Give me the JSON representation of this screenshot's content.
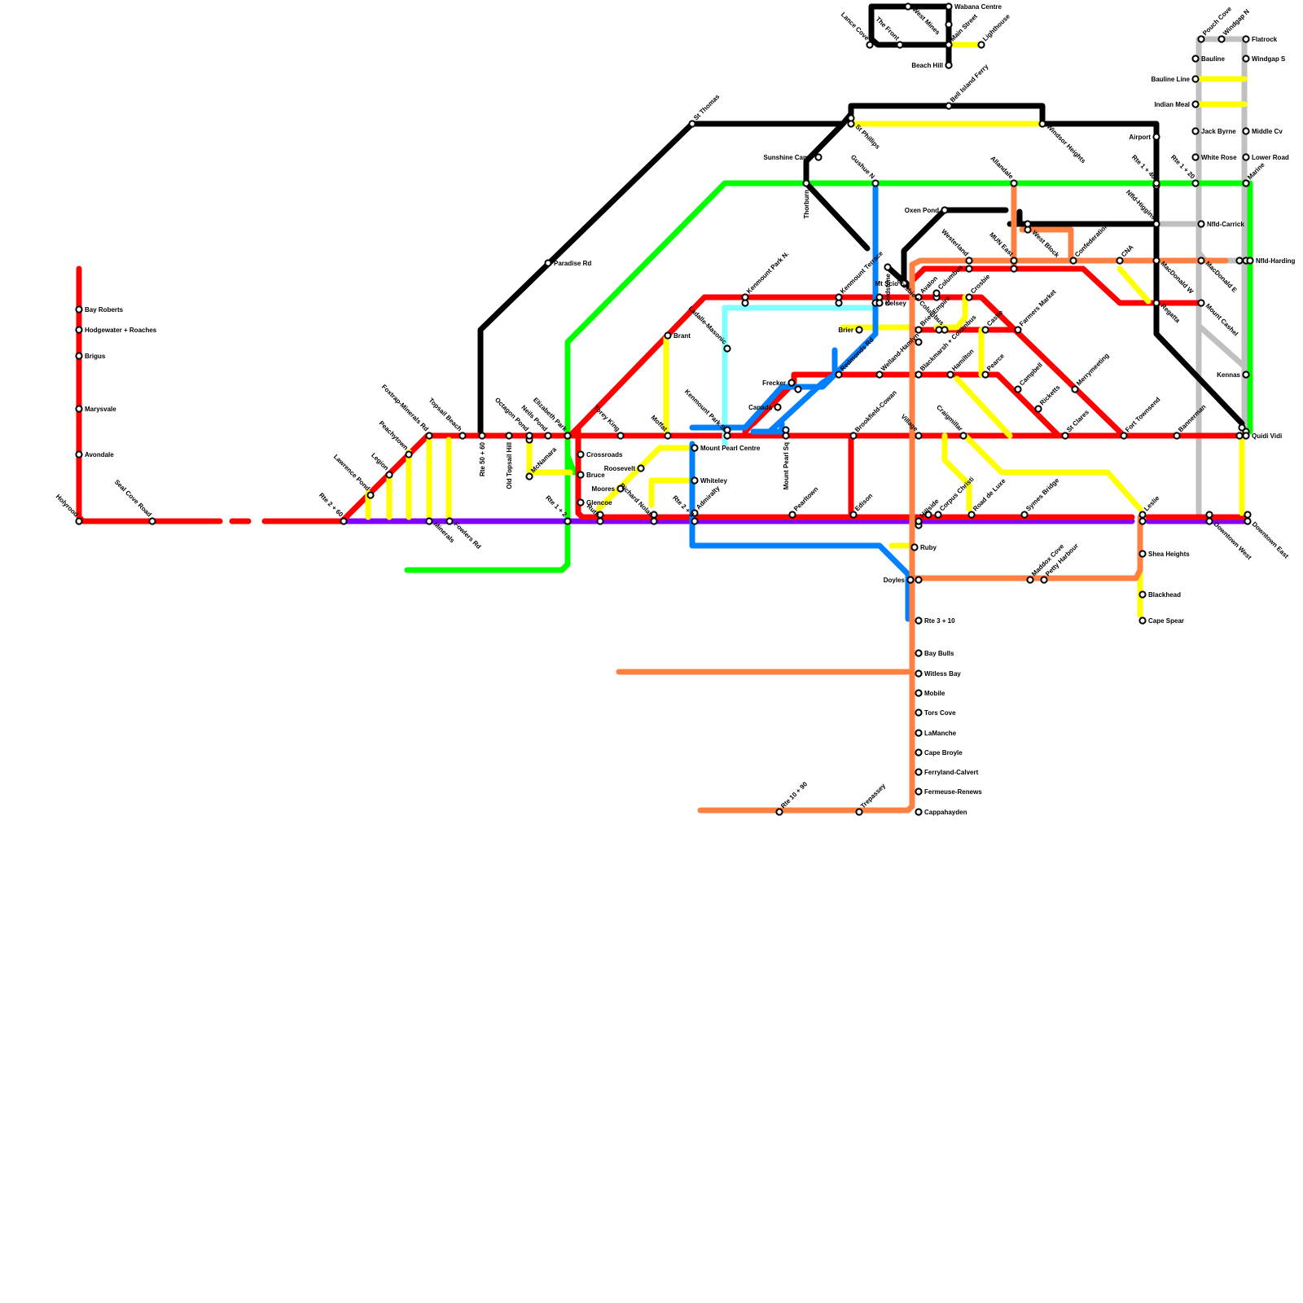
{
  "map": {
    "lines": [
      {
        "id": "red",
        "color": "#ff0000"
      },
      {
        "id": "purple",
        "color": "#8000ff"
      },
      {
        "id": "orange",
        "color": "#ff8040"
      },
      {
        "id": "yellow",
        "color": "#ffff00"
      },
      {
        "id": "green",
        "color": "#00ff00"
      },
      {
        "id": "blue",
        "color": "#0080ff"
      },
      {
        "id": "cyan",
        "color": "#80ffff"
      },
      {
        "id": "black",
        "color": "#000000"
      },
      {
        "id": "grey",
        "color": "#c0c0c0"
      }
    ],
    "stations": [
      "Wabana Centre",
      "West Mines",
      "Main Street",
      "Lance Cove",
      "The Front",
      "Lighthouse",
      "Beach Hill",
      "Bell Island Ferry",
      "St Thomas",
      "St Phillips",
      "Windsor Heights",
      "Sunshine Camp",
      "Thorburn",
      "Gushue N",
      "Allandale",
      "Oxen Pond",
      "Goldstone",
      "Mt Scio",
      "Westerland",
      "MUN East",
      "West Block",
      "Confederation",
      "CNA",
      "Nfld-Higgins",
      "Airport",
      "Rte 1 + 40",
      "Rte 1 + 20",
      "Pouch Cove",
      "Windgap N",
      "Flatrock",
      "Bauline",
      "Windgap S",
      "Bauline Line",
      "Indian Meal",
      "Jack Byrne",
      "Middle Cv",
      "White Rose",
      "Lower Road",
      "Marine",
      "Nfld-Carrick",
      "Nfld-Harding",
      "MacDonald E",
      "MacDonald W",
      "Mount Cashel",
      "Regatta",
      "Kennas",
      "Quidi Vidi",
      "Bannerman",
      "Fort Townsend",
      "St Clares",
      "Merrymeeting",
      "Ricketts",
      "Campbell",
      "Farmers Market",
      "Castle",
      "Crosbie",
      "Columbus",
      "Avalon",
      "Kelsey",
      "Kenmount Terrace",
      "Kenmount Park N.",
      "Brier",
      "Brier-Empire",
      "Crosbie + Columbus",
      "Blackmarsh + Columbus",
      "Welland-Hamlyn",
      "Redmonds Rd",
      "Hamilton",
      "Pearce",
      "Craigmillar",
      "Village",
      "Brookfield-Cowan",
      "Mount Pearl Sq",
      "Kenmount Park S.",
      "Ladalle-Masonic",
      "Frecker",
      "Canada",
      "Mount Pearl Centre",
      "Whiteley",
      "Admiralty",
      "Rte 2 + 3",
      "Moffat",
      "Brant",
      "Torey King",
      "Roosevelt",
      "Moores",
      "Glencoe",
      "Bruce",
      "Crossroads",
      "Ruth",
      "Richard Nolan",
      "Rte 1 + 2",
      "Elizabeth Park",
      "Neils Pond",
      "Octagon Pond",
      "Old Topsail Hill",
      "McNamara",
      "Rte 50 + 60",
      "Topsail Beach",
      "Foxtrap-Minerals Rd",
      "Paradise Rd",
      "Peachytown",
      "Legion",
      "Lawrence Pond",
      "Rte 2 + 60",
      "Fowlers Rd",
      "Minerals",
      "Holyrood",
      "Seal Cove Road",
      "Bay Roberts",
      "Hodgewater + Roaches",
      "Brigus",
      "Marysvale",
      "Avondale",
      "Pearltown",
      "Edison",
      "Hillside",
      "Corpus Christi",
      "Road de Luxe",
      "Symes Bridge",
      "Leslie",
      "Downtown West",
      "Downtown East",
      "Shea Heights",
      "Blackhead",
      "Cape Spear",
      "Ruby",
      "Doyles",
      "Maddox Cove",
      "Petty Harbour",
      "Rte 3 + 10",
      "Bay Bulls",
      "Witless Bay",
      "Mobile",
      "Tors Cove",
      "LaManche",
      "Cape Broyle",
      "Ferryland-Calvert",
      "Fermeuse-Renews",
      "Cappahayden",
      "Trepassey",
      "Rte 10 + 90"
    ]
  }
}
